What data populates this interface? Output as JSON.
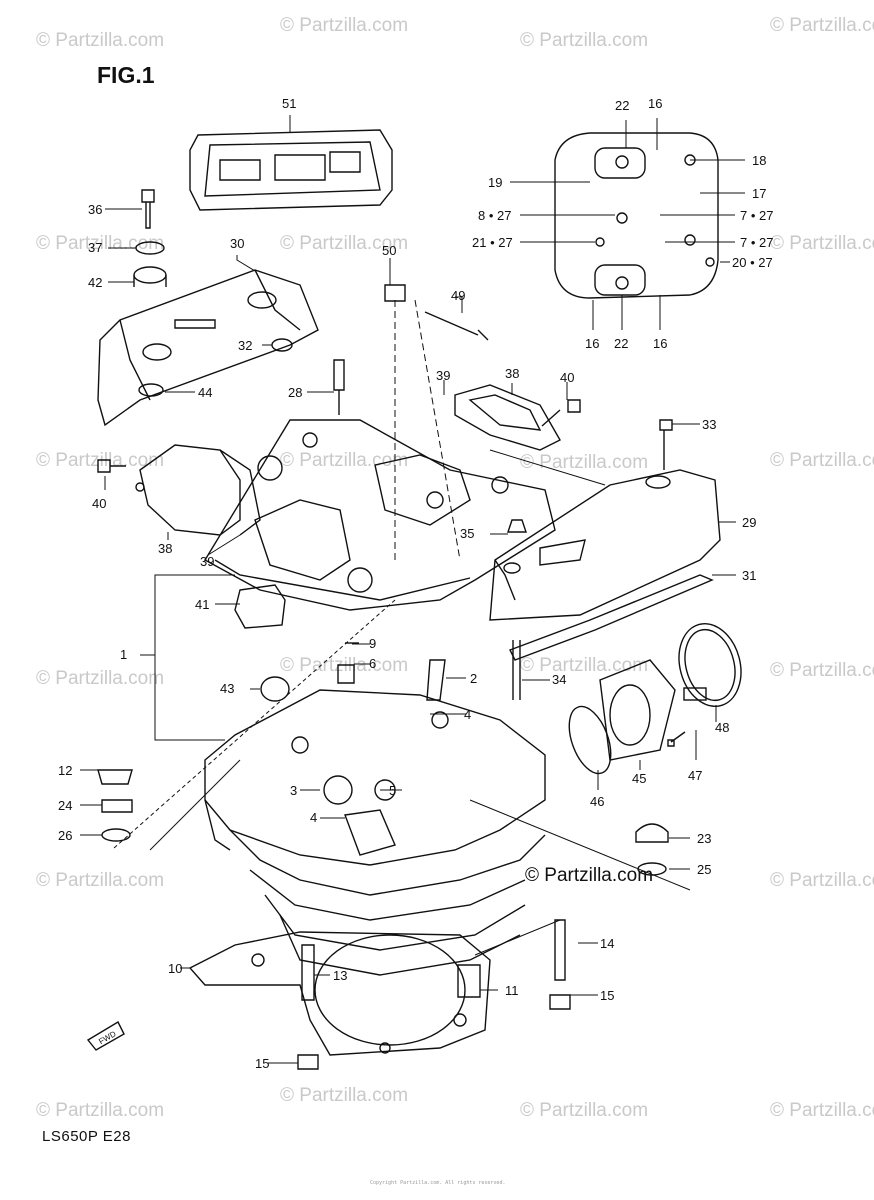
{
  "title": "FIG.1",
  "model": "LS650P  E28",
  "watermark": "© Partzilla.com",
  "center_watermark": "© Partzilla.com",
  "footer_note": "Copyright Partzilla.com. All rights reserved.",
  "fwd_label": "FWD",
  "part_labels": {
    "p1": "1",
    "p2": "2",
    "p3": "3",
    "p4a": "4",
    "p4b": "4",
    "p5": "5",
    "p6": "6",
    "p9": "9",
    "p10": "10",
    "p11": "11",
    "p12": "12",
    "p13": "13",
    "p14": "14",
    "p15a": "15",
    "p15b": "15",
    "p16a": "16",
    "p16b": "16",
    "p16c": "16",
    "p17": "17",
    "p18": "18",
    "p19": "19",
    "p20": "20 • 27",
    "p21": "21 • 27",
    "p22a": "22",
    "p22b": "22",
    "p23": "23",
    "p24": "24",
    "p25": "25",
    "p26": "26",
    "p28": "28",
    "p29": "29",
    "p30": "30",
    "p31": "31",
    "p32": "32",
    "p33": "33",
    "p34": "34",
    "p35": "35",
    "p36": "36",
    "p37": "37",
    "p38a": "38",
    "p38b": "38",
    "p39a": "39",
    "p39b": "39",
    "p40a": "40",
    "p40b": "40",
    "p41": "41",
    "p42": "42",
    "p43": "43",
    "p44": "44",
    "p45": "45",
    "p46": "46",
    "p47": "47",
    "p48": "48",
    "p49": "49",
    "p50": "50",
    "p51": "51",
    "p7a": "7 • 27",
    "p7b": "7 • 27",
    "p8": "8 • 27"
  }
}
